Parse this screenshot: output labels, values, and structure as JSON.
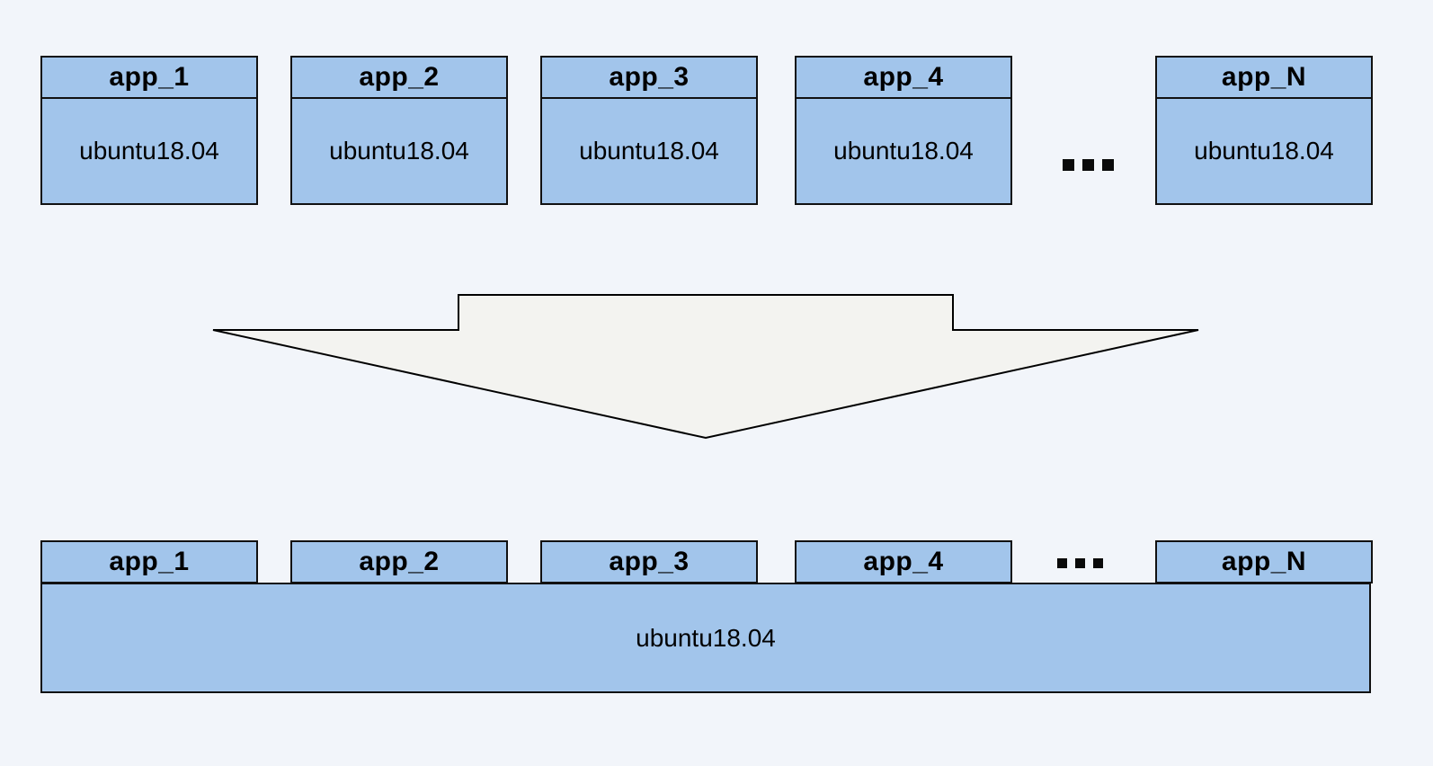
{
  "colors": {
    "background": "#f2f5fa",
    "box_fill": "#a2c5eb",
    "box_border": "#111111",
    "arrow_fill": "#f3f3f0",
    "text": "#000000"
  },
  "top_row": {
    "apps": [
      {
        "name": "app_1",
        "os": "ubuntu18.04"
      },
      {
        "name": "app_2",
        "os": "ubuntu18.04"
      },
      {
        "name": "app_3",
        "os": "ubuntu18.04"
      },
      {
        "name": "app_4",
        "os": "ubuntu18.04"
      },
      {
        "name": "app_N",
        "os": "ubuntu18.04"
      }
    ],
    "ellipsis": "..."
  },
  "arrow": {
    "direction": "down"
  },
  "bottom_row": {
    "apps": [
      {
        "name": "app_1"
      },
      {
        "name": "app_2"
      },
      {
        "name": "app_3"
      },
      {
        "name": "app_4"
      },
      {
        "name": "app_N"
      }
    ],
    "ellipsis": "...",
    "os_label": "ubuntu18.04"
  }
}
